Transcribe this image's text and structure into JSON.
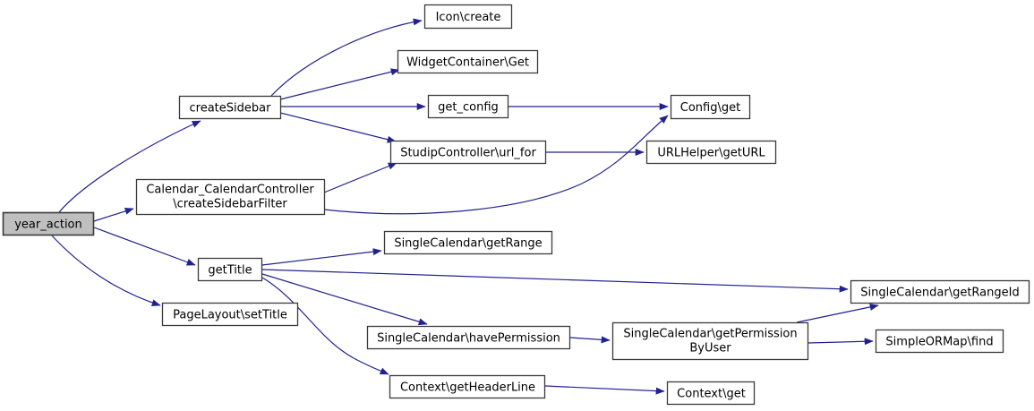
{
  "diagram": {
    "type": "call-graph",
    "colors": {
      "edge": "#22228f",
      "node_border": "#3a3a3a",
      "node_fill": "#ffffff",
      "highlight_fill": "#bfbfbf",
      "text": "#000000",
      "background": "#ffffff"
    },
    "nodes": {
      "year_action": {
        "label": "year_action",
        "highlighted": true
      },
      "createSidebar": {
        "label": "createSidebar"
      },
      "createSidebarFilter": {
        "line1": "Calendar_CalendarController",
        "line2": "\\createSidebarFilter"
      },
      "getTitle": {
        "label": "getTitle"
      },
      "setTitle": {
        "label": "PageLayout\\setTitle"
      },
      "iconCreate": {
        "label": "Icon\\create"
      },
      "widgetGet": {
        "label": "WidgetContainer\\Get"
      },
      "getConfig": {
        "label": "get_config"
      },
      "urlFor": {
        "label": "StudipController\\url_for"
      },
      "configGet": {
        "label": "Config\\get"
      },
      "getURL": {
        "label": "URLHelper\\getURL"
      },
      "getRange": {
        "label": "SingleCalendar\\getRange"
      },
      "getRangeId": {
        "label": "SingleCalendar\\getRangeId"
      },
      "havePermission": {
        "label": "SingleCalendar\\havePermission"
      },
      "getPermissionByUser": {
        "line1": "SingleCalendar\\getPermission",
        "line2": "ByUser"
      },
      "find": {
        "label": "SimpleORMap\\find"
      },
      "getHeaderLine": {
        "label": "Context\\getHeaderLine"
      },
      "contextGet": {
        "label": "Context\\get"
      }
    },
    "edges": [
      {
        "from": "year_action",
        "to": "createSidebar"
      },
      {
        "from": "year_action",
        "to": "createSidebarFilter"
      },
      {
        "from": "year_action",
        "to": "getTitle"
      },
      {
        "from": "year_action",
        "to": "setTitle"
      },
      {
        "from": "createSidebar",
        "to": "iconCreate"
      },
      {
        "from": "createSidebar",
        "to": "widgetGet"
      },
      {
        "from": "createSidebar",
        "to": "getConfig"
      },
      {
        "from": "createSidebar",
        "to": "urlFor"
      },
      {
        "from": "createSidebarFilter",
        "to": "urlFor"
      },
      {
        "from": "createSidebarFilter",
        "to": "configGet"
      },
      {
        "from": "getConfig",
        "to": "configGet"
      },
      {
        "from": "urlFor",
        "to": "getURL"
      },
      {
        "from": "getTitle",
        "to": "getRange"
      },
      {
        "from": "getTitle",
        "to": "getRangeId"
      },
      {
        "from": "getTitle",
        "to": "havePermission"
      },
      {
        "from": "getTitle",
        "to": "getHeaderLine"
      },
      {
        "from": "havePermission",
        "to": "getPermissionByUser"
      },
      {
        "from": "getPermissionByUser",
        "to": "getRangeId"
      },
      {
        "from": "getPermissionByUser",
        "to": "find"
      },
      {
        "from": "getHeaderLine",
        "to": "contextGet"
      }
    ]
  }
}
